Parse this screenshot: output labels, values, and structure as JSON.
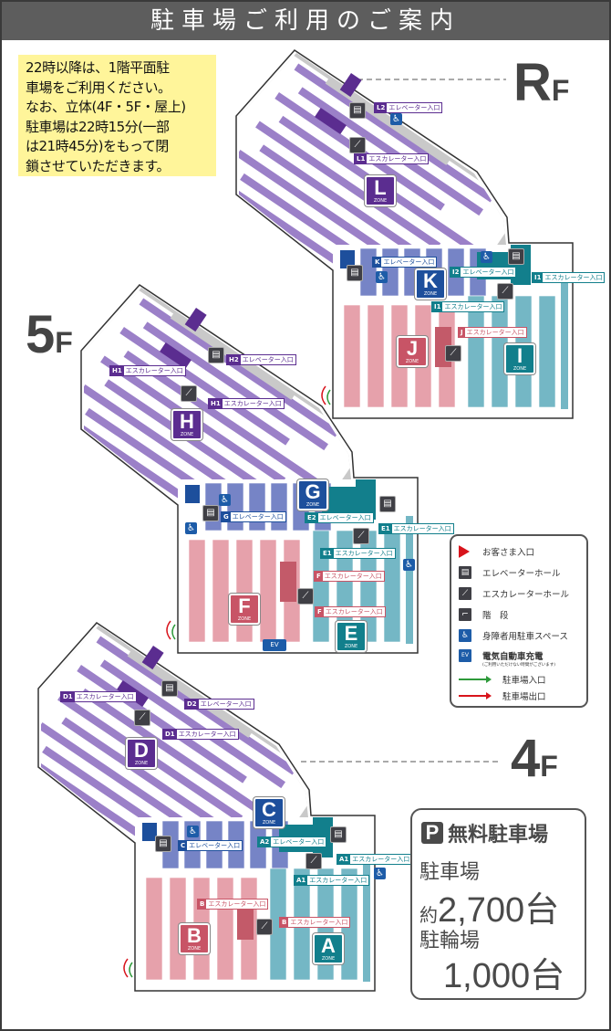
{
  "title": "駐車場ご利用のご案内",
  "notice": [
    "22時以降は、1階平面駐",
    "車場をご利用ください。",
    "なお、立体(4F・5F・屋上)",
    "駐車場は22時15分(一部",
    "は21時45分)をもって閉",
    "鎖させていただきます。"
  ],
  "zone_caption": "ZONE",
  "floors": {
    "rf": {
      "label_big": "R",
      "label_small": "F",
      "zones": [
        "L",
        "K",
        "J",
        "I"
      ],
      "tags": [
        {
          "code": "L2",
          "text": "エレベーター入口"
        },
        {
          "code": "L1",
          "text": "エスカレーター入口"
        },
        {
          "code": "K",
          "text": "エレベーター入口"
        },
        {
          "code": "I2",
          "text": "エレベーター入口"
        },
        {
          "code": "I1",
          "text": "エスカレーター入口"
        },
        {
          "code": "I1",
          "text": "エスカレーター入口"
        },
        {
          "code": "J",
          "text": "エスカレーター入口"
        }
      ]
    },
    "f5": {
      "label_big": "5",
      "label_small": "F",
      "zones": [
        "H",
        "G",
        "F",
        "E"
      ],
      "tags": [
        {
          "code": "H2",
          "text": "エレベーター入口"
        },
        {
          "code": "H1",
          "text": "エスカレーター入口"
        },
        {
          "code": "H1",
          "text": "エスカレーター入口"
        },
        {
          "code": "G",
          "text": "エレベーター入口"
        },
        {
          "code": "E2",
          "text": "エレベーター入口"
        },
        {
          "code": "E1",
          "text": "エスカレーター入口"
        },
        {
          "code": "E1",
          "text": "エスカレーター入口"
        },
        {
          "code": "F",
          "text": "エスカレーター入口"
        },
        {
          "code": "F",
          "text": "エスカレーター入口"
        }
      ]
    },
    "f4": {
      "label_big": "4",
      "label_small": "F",
      "zones": [
        "D",
        "C",
        "B",
        "A"
      ],
      "tags": [
        {
          "code": "D1",
          "text": "エスカレーター入口"
        },
        {
          "code": "D2",
          "text": "エレベーター入口"
        },
        {
          "code": "D1",
          "text": "エスカレーター入口"
        },
        {
          "code": "C",
          "text": "エレベーター入口"
        },
        {
          "code": "A2",
          "text": "エレベーター入口"
        },
        {
          "code": "A1",
          "text": "エスカレーター入口"
        },
        {
          "code": "A1",
          "text": "エスカレーター入口"
        },
        {
          "code": "B",
          "text": "エスカレーター入口"
        },
        {
          "code": "B",
          "text": "エスカレーター入口"
        }
      ]
    }
  },
  "legend": {
    "entrance": "お客さま入口",
    "elevator": "エレベーターホール",
    "escalator": "エスカレーターホール",
    "stairs": "階　段",
    "accessible": "身障者用駐車スペース",
    "ev": "電気自動車充電",
    "ev_note": "(ご利用いただけない時間がございます)",
    "parking_in": "駐車場入口",
    "parking_out": "駐車場出口"
  },
  "colors": {
    "purple": "#9b80c8",
    "blue": "#7684c6",
    "pink": "#e6a1ab",
    "teal": "#74b7c5",
    "gray": "#c9c9c9",
    "entry": "#2e9a3a",
    "exit": "#d8141c"
  },
  "parking": {
    "p": "P",
    "header": "無料駐車場",
    "car_label": "駐車場",
    "car_prefix": "約",
    "car_count": "2,700台",
    "bike_label": "駐輪場",
    "bike_count": "1,000台"
  }
}
